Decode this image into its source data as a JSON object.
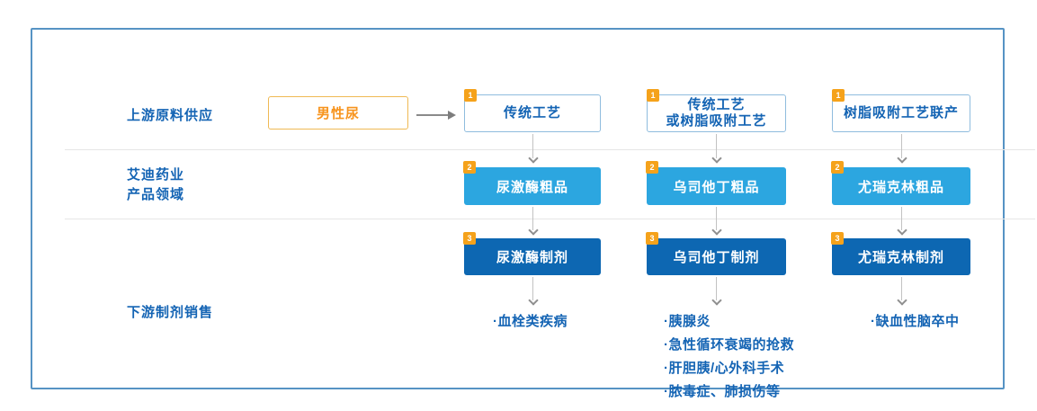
{
  "rows": {
    "upstream": {
      "label": "上游原料供应"
    },
    "company": {
      "line1": "艾迪药业",
      "line2": "产品领域"
    },
    "downstream": {
      "label": "下游制剂销售"
    }
  },
  "source": {
    "label": "男性尿"
  },
  "columns": [
    {
      "process": {
        "badge": "1",
        "lines": [
          "传统工艺"
        ]
      },
      "crude": {
        "badge": "2",
        "label": "尿激酶粗品"
      },
      "formulation": {
        "badge": "3",
        "label": "尿激酶制剂"
      },
      "indications": [
        "·血栓类疾病"
      ]
    },
    {
      "process": {
        "badge": "1",
        "lines": [
          "传统工艺",
          "或树脂吸附工艺"
        ]
      },
      "crude": {
        "badge": "2",
        "label": "乌司他丁粗品"
      },
      "formulation": {
        "badge": "3",
        "label": "乌司他丁制剂"
      },
      "indications": [
        "·胰腺炎",
        "·急性循环衰竭的抢救",
        "·肝胆胰/心外科手术",
        "·脓毒症、肺损伤等"
      ]
    },
    {
      "process": {
        "badge": "1",
        "lines": [
          "树脂吸附工艺联产"
        ]
      },
      "crude": {
        "badge": "2",
        "label": "尤瑞克林粗品"
      },
      "formulation": {
        "badge": "3",
        "label": "尤瑞克林制剂"
      },
      "indications": [
        "·缺血性脑卒中"
      ]
    }
  ],
  "colors": {
    "label_blue": "#1464B4",
    "light_blue_fill": "#2CA6E0",
    "dark_blue_fill": "#0D67B2",
    "badge_orange": "#F5A21B",
    "source_text_orange": "#F7941E",
    "source_border_gold": "#EFB954",
    "process_border_blue": "#8FBCDE",
    "frame_border_blue": "#5693C4"
  }
}
